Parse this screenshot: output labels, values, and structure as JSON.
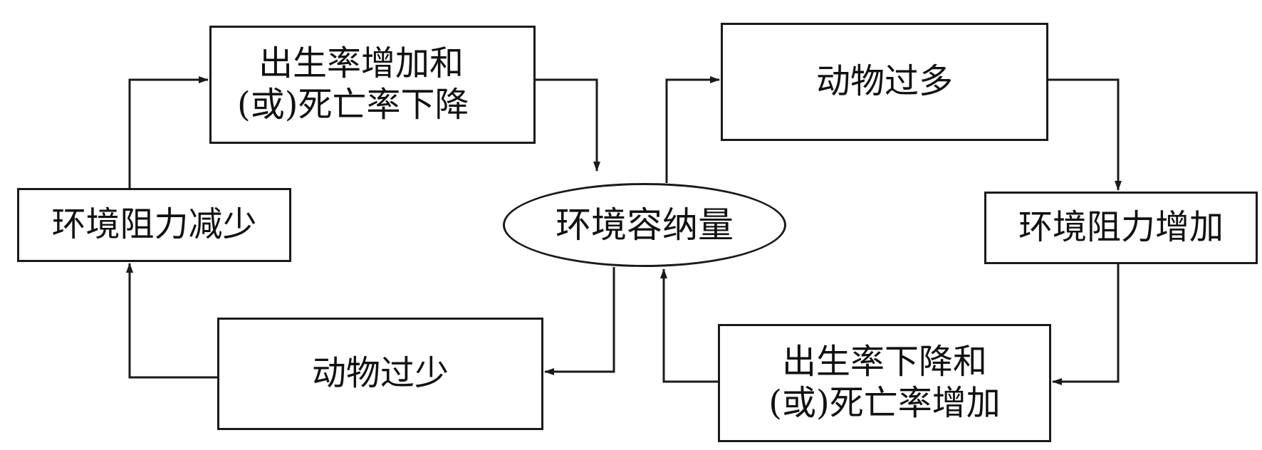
{
  "diagram": {
    "stroke_color": "#1a1a1a",
    "nodes": {
      "birth_up": {
        "line1": "出生率增加和",
        "line2": "(或)死亡率下降"
      },
      "resist_down": {
        "label": "环境阻力减少"
      },
      "too_few": {
        "label": "动物过少"
      },
      "capacity": {
        "label": "环境容纳量"
      },
      "too_many": {
        "label": "动物过多"
      },
      "resist_up": {
        "label": "环境阻力增加"
      },
      "birth_down": {
        "line1": "出生率下降和",
        "line2": "(或)死亡率增加"
      }
    }
  }
}
